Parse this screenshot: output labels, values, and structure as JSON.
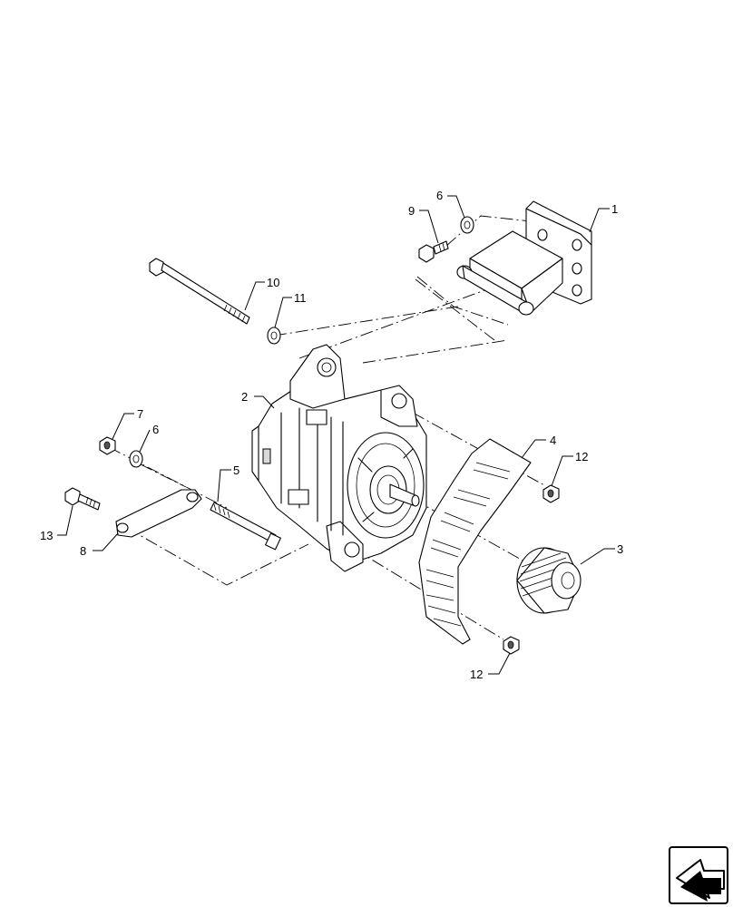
{
  "callouts": [
    {
      "id": "c1",
      "text": "1"
    },
    {
      "id": "c2",
      "text": "2"
    },
    {
      "id": "c3",
      "text": "3"
    },
    {
      "id": "c4",
      "text": "4"
    },
    {
      "id": "c5",
      "text": "5"
    },
    {
      "id": "c6a",
      "text": "6"
    },
    {
      "id": "c6b",
      "text": "6"
    },
    {
      "id": "c7",
      "text": "7"
    },
    {
      "id": "c8",
      "text": "8"
    },
    {
      "id": "c9",
      "text": "9"
    },
    {
      "id": "c10",
      "text": "10"
    },
    {
      "id": "c11",
      "text": "11"
    },
    {
      "id": "c12a",
      "text": "12"
    },
    {
      "id": "c12b",
      "text": "12"
    },
    {
      "id": "c13",
      "text": "13"
    }
  ],
  "icons": {
    "navigation": "back-arrow-icon"
  }
}
